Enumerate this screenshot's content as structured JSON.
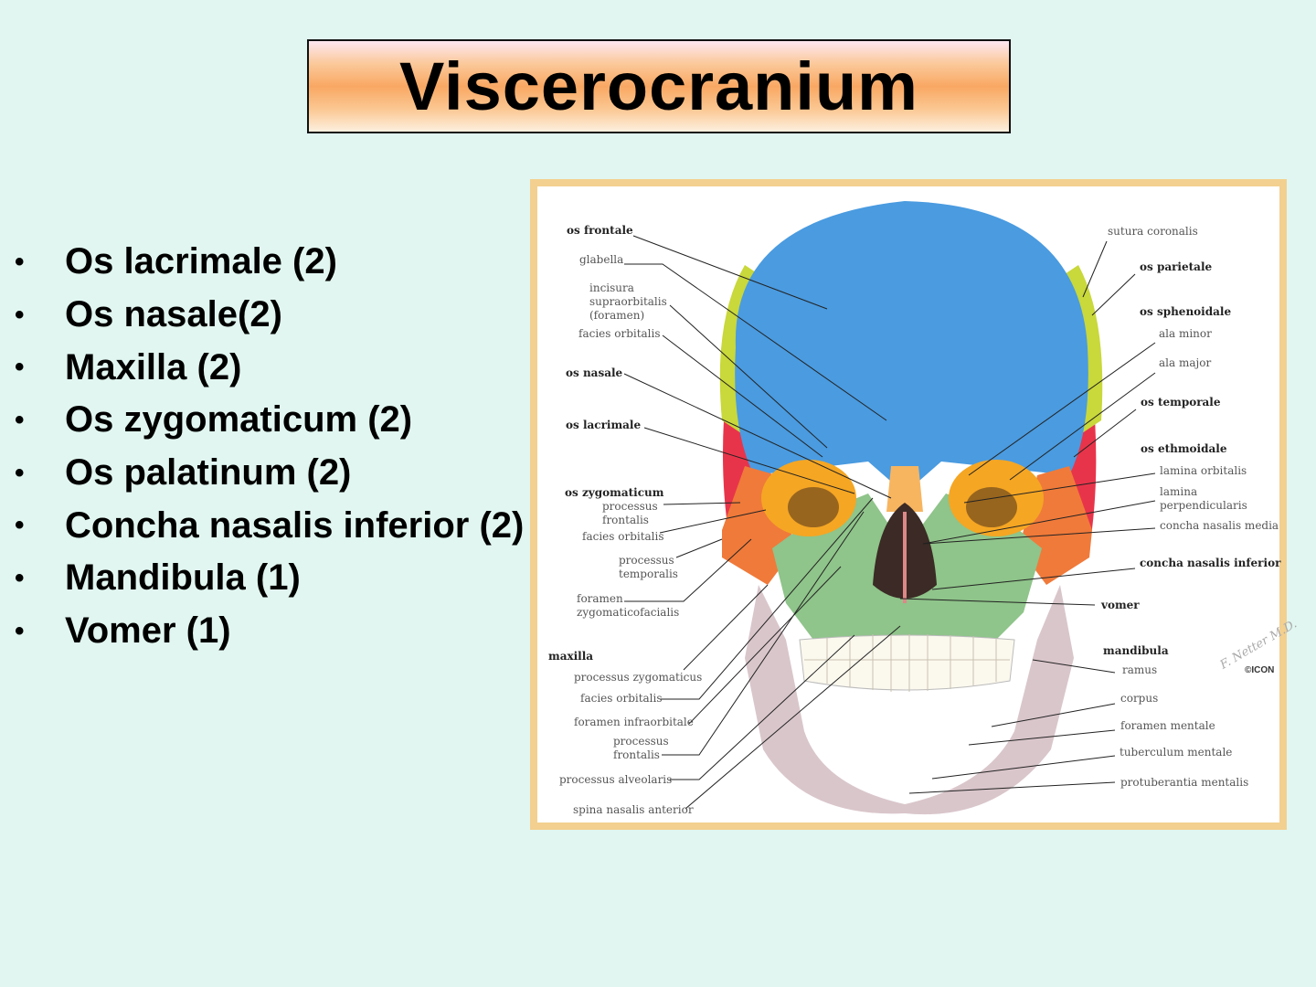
{
  "title": "Viscerocranium",
  "bullets": [
    "Os lacrimale (2)",
    "Os nasale(2)",
    "Maxilla (2)",
    "Os zygomaticum (2)",
    "Os palatinum (2)",
    "Concha nasalis inferior (2)",
    "Mandibula (1)",
    "Vomer (1)"
  ],
  "bullet_symbol": "•",
  "figure": {
    "left_labels": {
      "os_frontale": "os frontale",
      "glabella": "glabella",
      "incisura": "incisura\nsupraorbitalis\n(foramen)",
      "facies_orbitalis_1": "facies orbitalis",
      "os_nasale": "os nasale",
      "os_lacrimale": "os lacrimale",
      "os_zygomaticum": "os zygomaticum",
      "processus_frontalis_1": "processus\nfrontalis",
      "facies_orbitalis_2": "facies orbitalis",
      "processus_temporalis": "processus\ntemporalis",
      "foramen_zygomaticofacialis": "foramen\nzygomaticofacialis",
      "maxilla": "maxilla",
      "processus_zygomaticus": "processus zygomaticus",
      "facies_orbitalis_3": "facies orbitalis",
      "foramen_infraorbitale": "foramen infraorbitale",
      "processus_frontalis_2": "processus\nfrontalis",
      "processus_alveolaris": "processus alveolaris",
      "spina_nasalis_anterior": "spina nasalis anterior"
    },
    "right_labels": {
      "sutura_coronalis": "sutura coronalis",
      "os_parietale": "os parietale",
      "os_sphenoidale": "os sphenoidale",
      "ala_minor": "ala minor",
      "ala_major": "ala major",
      "os_temporale": "os temporale",
      "os_ethmoidale": "os ethmoidale",
      "lamina_orbitalis": "lamina orbitalis",
      "lamina_perpendicularis": "lamina\nperpendicularis",
      "concha_nasalis_media": "concha nasalis media",
      "concha_nasalis_inferior": "concha nasalis inferior",
      "vomer": "vomer",
      "mandibula": "mandibula",
      "ramus": "ramus",
      "corpus": "corpus",
      "foramen_mentale": "foramen mentale",
      "tuberculum_mentale": "tuberculum mentale",
      "protuberantia_mentalis": "protuberantia mentalis"
    },
    "signature": "F. Netter M.D.",
    "copyright": "©ICON"
  },
  "colors": {
    "background": "#e1f6f0",
    "frame": "#f3d08f",
    "frontal": "#4a9be0",
    "parietal": "#c9d83a",
    "temporal": "#e8344a",
    "zygomatic": "#f07a3a",
    "maxilla": "#8fc48a",
    "mandible": "#d8c4c8"
  }
}
